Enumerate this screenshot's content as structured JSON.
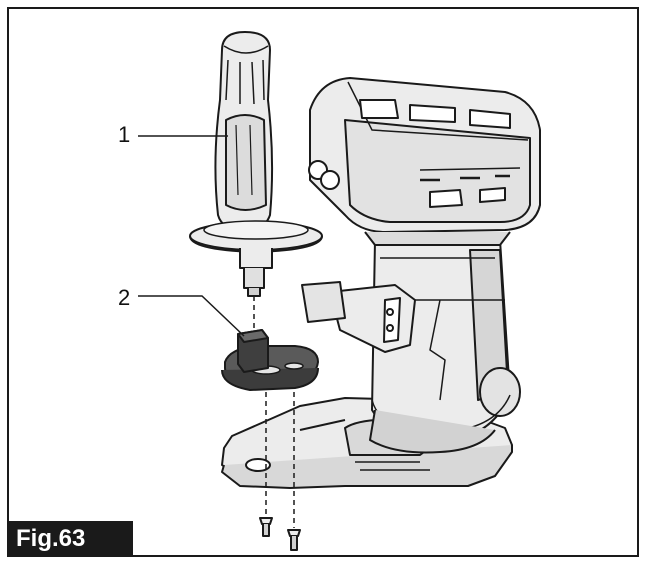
{
  "figure": {
    "label": "Fig.63",
    "callouts": [
      {
        "number": "1",
        "part": "grip"
      },
      {
        "number": "2",
        "part": "grip-base"
      }
    ]
  },
  "colors": {
    "line": "#1a1a1a",
    "part_fill": "#ececec",
    "shade": "#cfcfcf",
    "dark_part": "#5a5a5a",
    "label_bg": "#1a1a1a",
    "label_text": "#ffffff"
  }
}
